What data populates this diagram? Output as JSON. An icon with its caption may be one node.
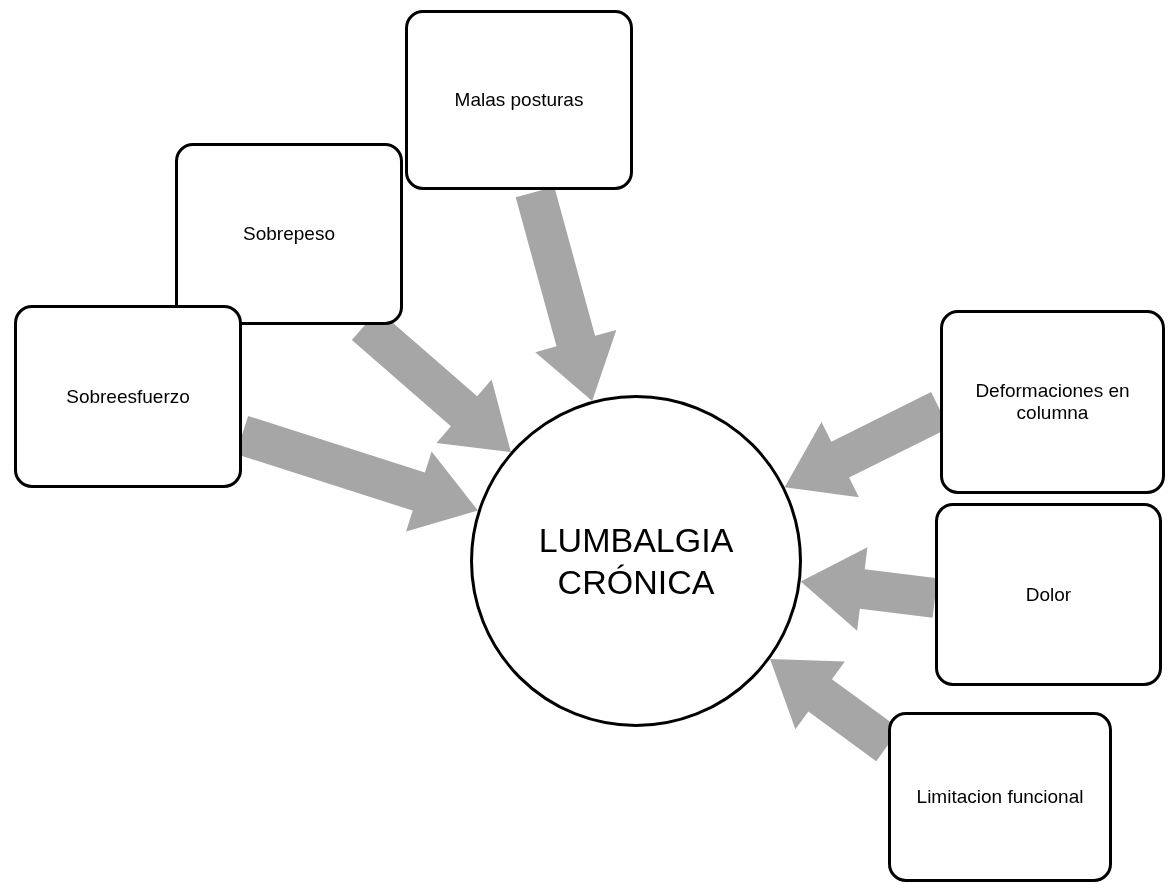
{
  "diagram": {
    "nodes": [
      {
        "text": [
          "Malas posturas"
        ]
      },
      {
        "text": [
          "Sobrepeso"
        ]
      },
      {
        "text": [
          "Sobreesfuerzo"
        ]
      },
      {
        "text": [
          "LUMBALGIA CRÓNICA"
        ]
      },
      {
        "text": [
          "Deformaciones en columna"
        ]
      },
      {
        "text": [
          "Dolor"
        ]
      },
      {
        "text": [
          "Limitacion funcional"
        ]
      }
    ],
    "edges": [
      {
        "from": 0,
        "to": 3,
        "arrow": "to"
      },
      {
        "from": 1,
        "to": 3,
        "arrow": "to"
      },
      {
        "from": 2,
        "to": 3,
        "arrow": "to"
      },
      {
        "from": 4,
        "to": 3,
        "arrow": "to"
      },
      {
        "from": 5,
        "to": 3,
        "arrow": "to"
      },
      {
        "from": 6,
        "to": 3,
        "arrow": "to"
      }
    ]
  }
}
